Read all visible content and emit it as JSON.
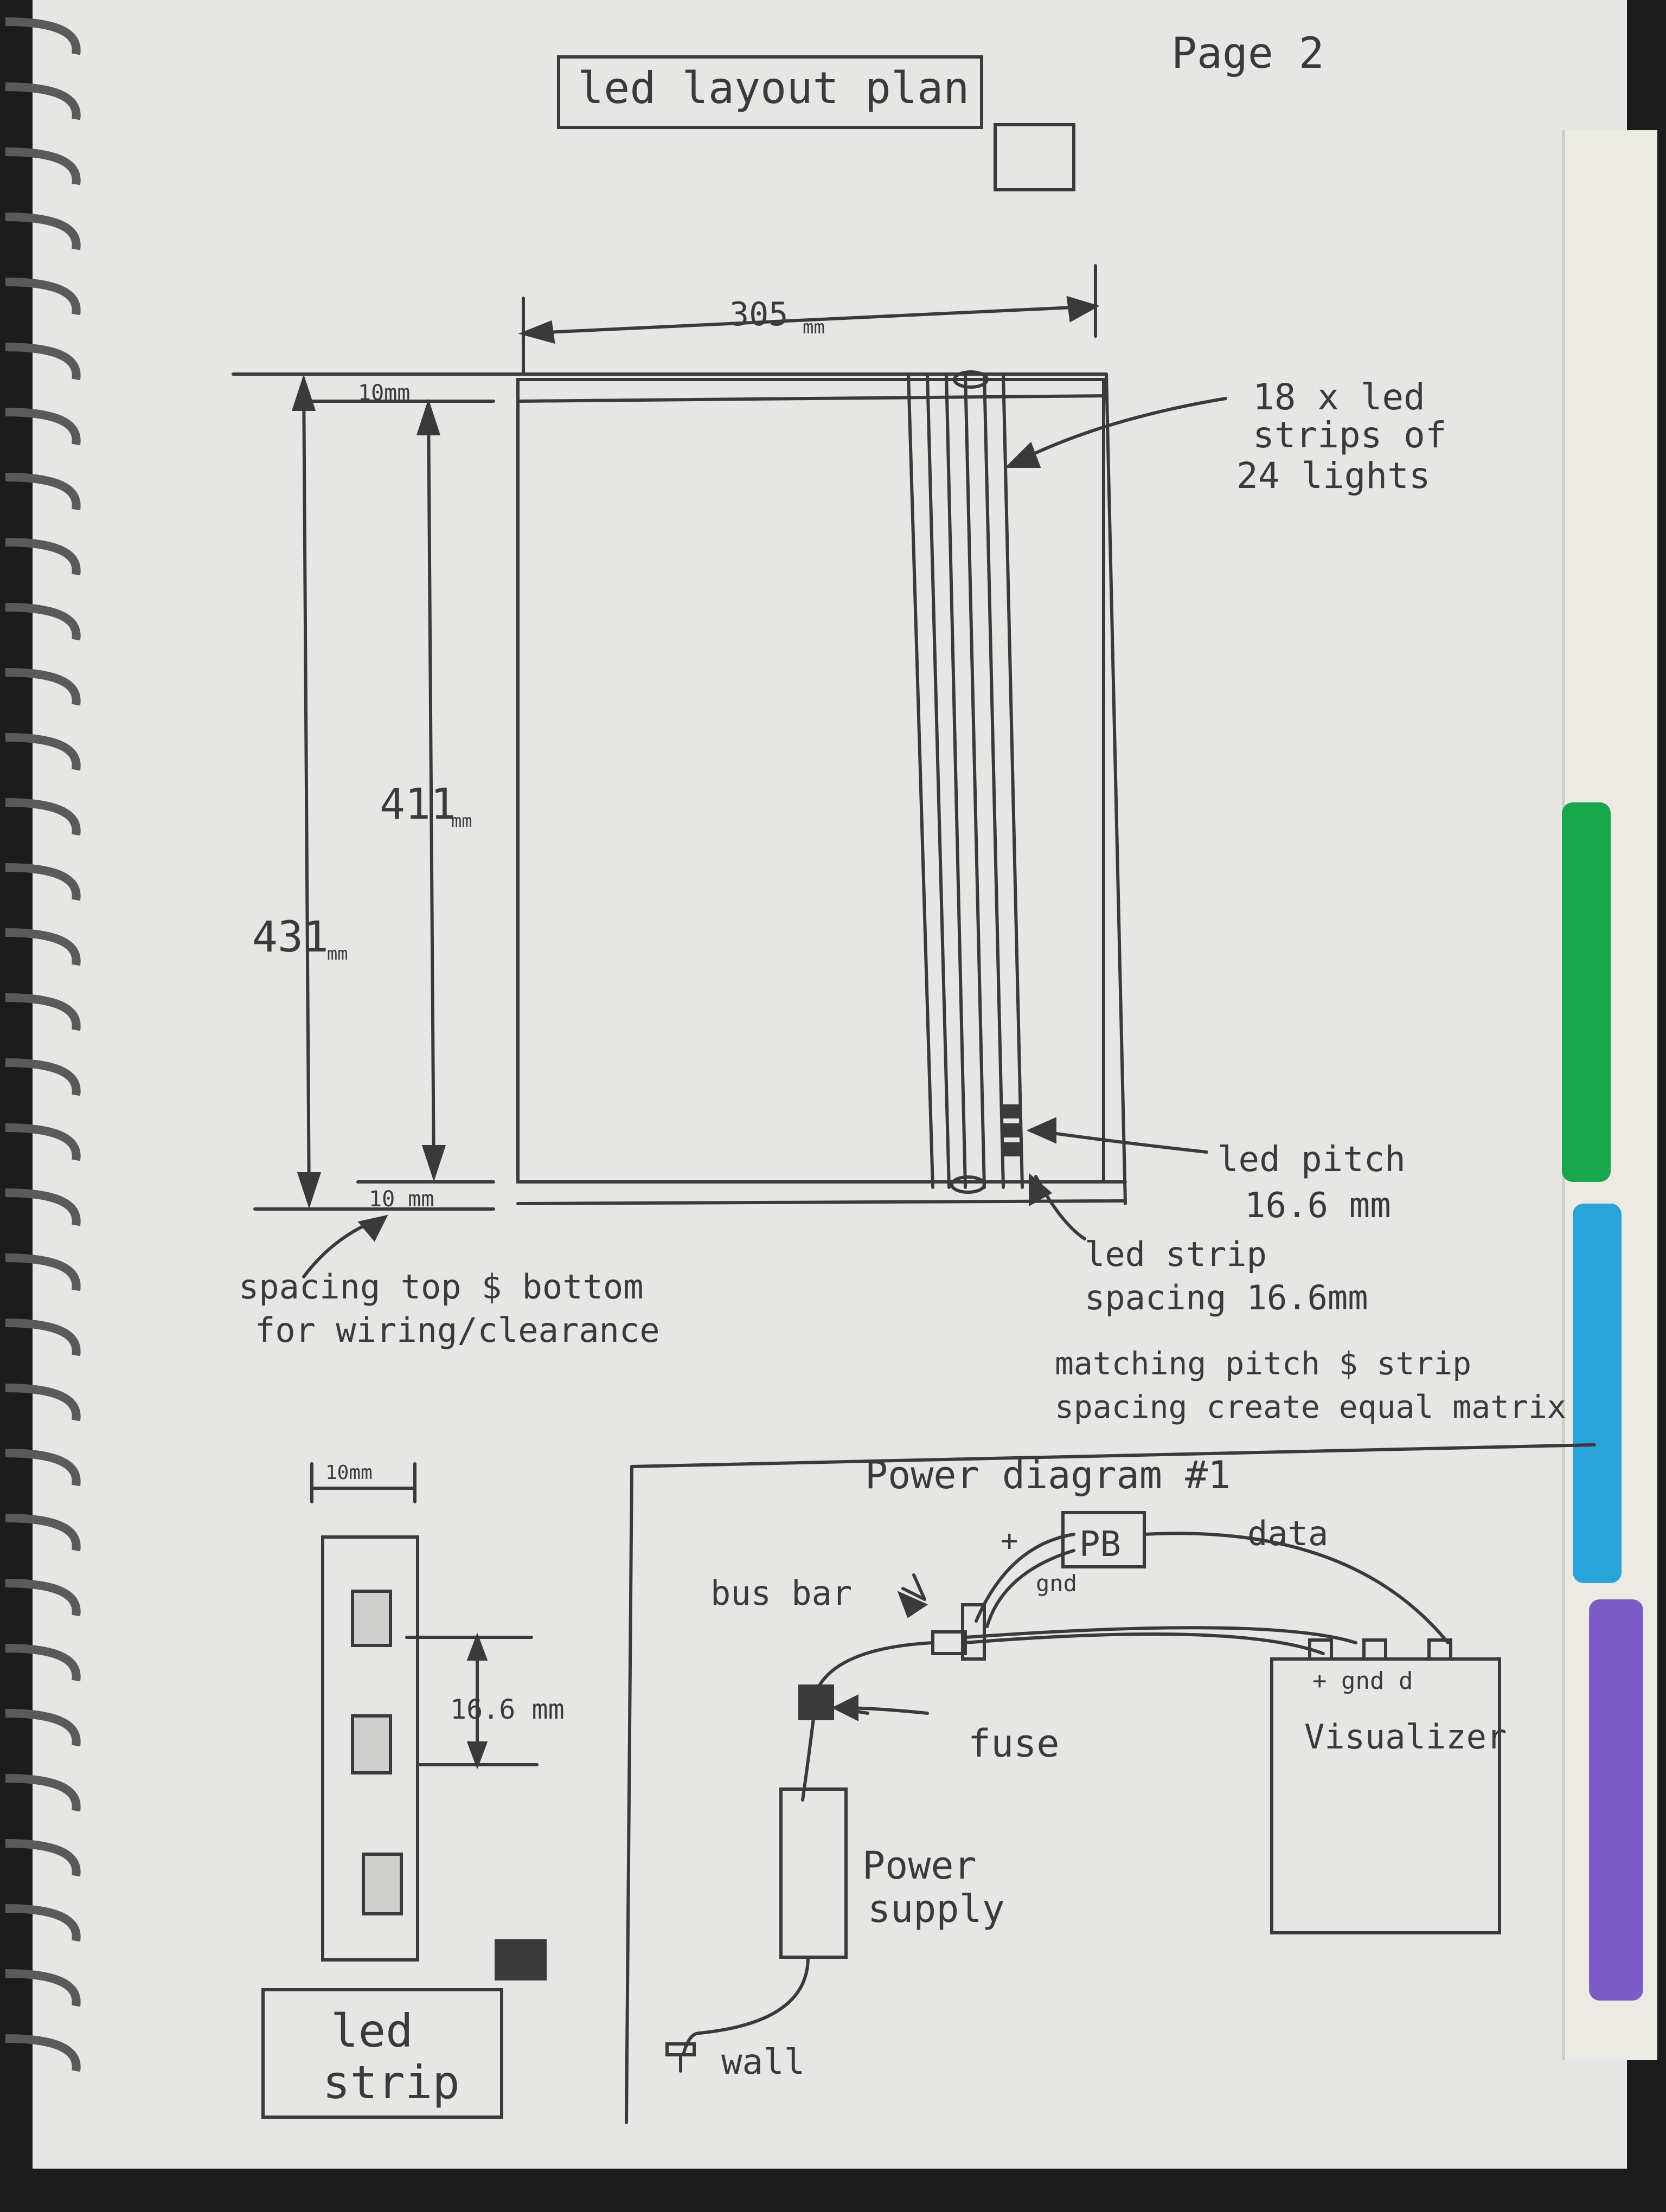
{
  "page_label": "Page 2",
  "title": "led layout plan",
  "panel": {
    "width_label": "305",
    "width_unit": "mm",
    "inner_height_value": "411",
    "inner_height_unit": "mm",
    "outer_height_value": "431",
    "outer_height_unit": "mm",
    "top_margin": "10mm",
    "bottom_margin": "10 mm",
    "spacing_note_line1": "spacing top $ bottom",
    "spacing_note_line2": "for wiring/clearance",
    "strips_note_line1": "18 x led",
    "strips_note_line2": "strips of",
    "strips_note_line3": "24 lights",
    "pitch_note_line1": "led pitch",
    "pitch_note_line2": "16.6 mm",
    "strip_spacing_line1": "led strip",
    "strip_spacing_line2": "spacing 16.6mm",
    "matrix_note_line1": "matching pitch $ strip",
    "matrix_note_line2": "spacing create equal matrix"
  },
  "strip_detail": {
    "width_label": "10mm",
    "pitch_label": "16.6 mm",
    "box_line1": "led",
    "box_line2": "strip"
  },
  "power": {
    "title": "Power diagram #1",
    "pb": "PB",
    "plus": "+",
    "gnd": "gnd",
    "data": "data",
    "bus_bar": "bus bar",
    "fuse": "fuse",
    "visualizer": "Visualizer",
    "vis_pins": "+ gnd d",
    "power_supply_line1": "Power",
    "power_supply_line2": "supply",
    "wall": "wall"
  },
  "colors": {
    "pencil": "#3a3a3a",
    "paper": "#e6e6e4",
    "tab_green": "#1aa64a",
    "tab_blue": "#2aa3d8",
    "tab_purple": "#7a5cc4"
  }
}
